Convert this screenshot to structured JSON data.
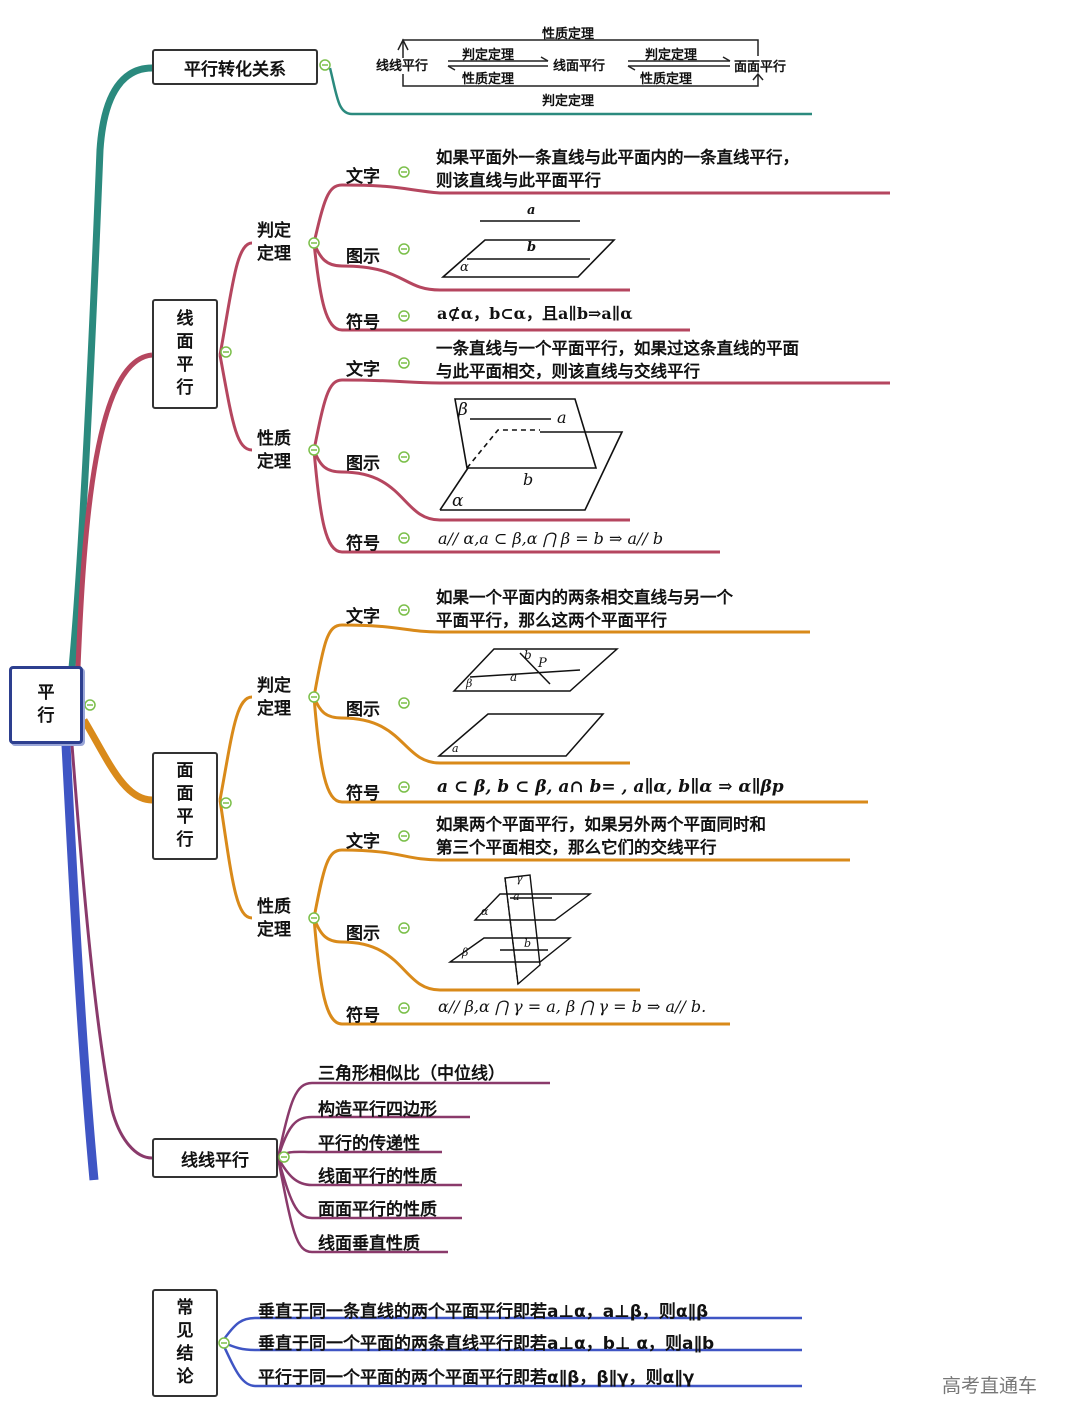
{
  "root": {
    "chars": [
      "平",
      "行"
    ]
  },
  "transfer": {
    "title": "平行转化关系",
    "top_label": "性质定理",
    "bottom_label": "判定定理",
    "node_line_line": "线线平行",
    "node_line_plane": "线面平行",
    "node_plane_plane": "面面平行",
    "arrow1_top": "判定定理",
    "arrow1_bottom": "性质定理",
    "arrow2_top": "判定定理",
    "arrow2_bottom": "性质定理"
  },
  "line_plane": {
    "title_chars": [
      "线",
      "面",
      "平",
      "行"
    ],
    "judge": {
      "label_lines": [
        "判定",
        "定理"
      ],
      "text_label": "文字",
      "text_lines": [
        "如果平面外一条直线与此平面内的一条直线平行，",
        "则该直线与此平面平行"
      ],
      "figure_label": "图示",
      "fig_a": "a",
      "fig_b": "b",
      "fig_alpha": "α",
      "symbol_label": "符号",
      "symbol": "a⊄α，b⊂α，且a∥b⇒a∥α"
    },
    "property": {
      "label_lines": [
        "性质",
        "定理"
      ],
      "text_label": "文字",
      "text_lines": [
        "一条直线与一个平面平行，如果过这条直线的平面",
        "与此平面相交，则该直线与交线平行"
      ],
      "figure_label": "图示",
      "fig_beta": "β",
      "fig_a": "a",
      "fig_b": "b",
      "fig_alpha": "α",
      "symbol_label": "符号",
      "symbol": "a// α,a ⊂ β,α ⋂ β = b ⇒ a// b"
    }
  },
  "plane_plane": {
    "title_chars": [
      "面",
      "面",
      "平",
      "行"
    ],
    "judge": {
      "label_lines": [
        "判定",
        "定理"
      ],
      "text_label": "文字",
      "text_lines": [
        "如果一个平面内的两条相交直线与另一个",
        "平面平行，那么这两个平面平行"
      ],
      "figure_label": "图示",
      "fig_b": "b",
      "fig_p": "P",
      "fig_a": "a",
      "fig_beta": "β",
      "fig_alpha": "a",
      "symbol_label": "符号",
      "symbol": "a ⊂ β, b ⊂ β, a∩ b= , a∥α, b∥α ⇒ α∥βp"
    },
    "property": {
      "label_lines": [
        "性质",
        "定理"
      ],
      "text_label": "文字",
      "text_lines": [
        "如果两个平面平行，如果另外两个平面同时和",
        "第三个平面相交，那么它们的交线平行"
      ],
      "figure_label": "图示",
      "fig_gamma": "γ",
      "fig_alpha": "α",
      "fig_a": "a",
      "fig_beta": "β",
      "fig_b": "b",
      "symbol_label": "符号",
      "symbol": "α// β,α ⋂ γ = a, β ⋂ γ = b ⇒ a// b."
    }
  },
  "line_line": {
    "title": "线线平行",
    "items": [
      "三角形相似比（中位线）",
      "构造平行四边形",
      "平行的传递性",
      "线面平行的性质",
      "面面平行的性质",
      "线面垂直性质"
    ]
  },
  "conclusions": {
    "title_chars": [
      "常",
      "见",
      "结",
      "论"
    ],
    "items": [
      "垂直于同一条直线的两个平面平行即若a⊥α，a⊥β，则α∥β",
      "垂直于同一个平面的两条直线平行即若a⊥α，b⊥ α，则a∥b",
      "平行于同一个平面的两个平面平行即若α∥β，β∥γ，则α∥γ"
    ]
  },
  "watermark": "高考直通车",
  "colors": {
    "teal": "#2b8a7e",
    "crimson": "#b5465f",
    "orange": "#d98a1a",
    "blue": "#3f55c4",
    "purple": "#8a3a6b",
    "root_border": "#2d3f8f",
    "collapse_icon": "#7bbf4a"
  }
}
